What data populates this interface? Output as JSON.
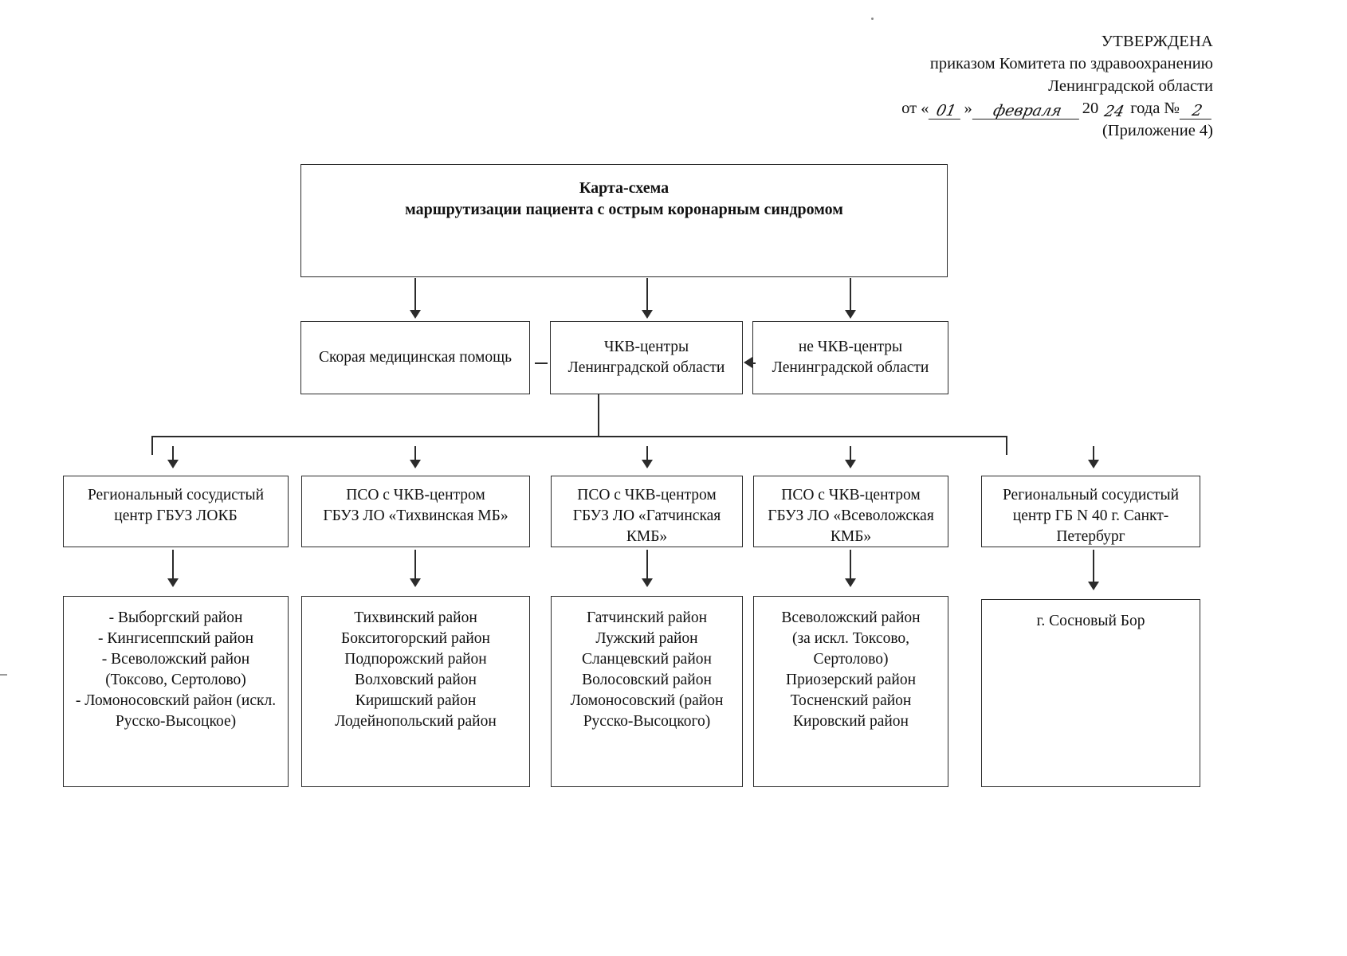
{
  "header": {
    "line1": "УТВЕРЖДЕНА",
    "line2": "приказом Комитета по здравоохранению",
    "line3": "Ленинградской области",
    "line4_prefix": "от «",
    "line4_day": "01",
    "line4_quote": "»",
    "line4_month": "февраля",
    "line4_year_prefix": "20",
    "line4_year_hand": "24",
    "line4_year_suffix": "года №",
    "line4_number": "2",
    "line5": "(Приложение 4)"
  },
  "title": {
    "line1": "Карта-схема",
    "line2": "маршрутизации пациента с острым коронарным синдромом"
  },
  "row2": [
    {
      "name": "emergency-medical-service",
      "lines": [
        "Скорая медицинская помощь"
      ]
    },
    {
      "name": "pci-centers",
      "lines": [
        "ЧКВ-центры",
        "Ленинградской области"
      ]
    },
    {
      "name": "non-pci-centers",
      "lines": [
        "не ЧКВ-центры",
        "Ленинградской области"
      ]
    }
  ],
  "row3": [
    {
      "name": "regional-vascular-center-lokb",
      "lines": [
        "Региональный сосудистый",
        "центр ГБУЗ ЛОКБ"
      ]
    },
    {
      "name": "pso-tikhvin",
      "lines": [
        "ПСО с ЧКВ-центром",
        "ГБУЗ ЛО «Тихвинская МБ»"
      ]
    },
    {
      "name": "pso-gatchina",
      "lines": [
        "ПСО с ЧКВ-центром",
        "ГБУЗ ЛО «Гатчинская",
        "КМБ»"
      ]
    },
    {
      "name": "pso-vsevolozhsk",
      "lines": [
        "ПСО с ЧКВ-центром",
        "ГБУЗ ЛО «Всеволожская",
        "КМБ»"
      ]
    },
    {
      "name": "regional-vascular-center-gb40",
      "lines": [
        "Региональный сосудистый",
        "центр ГБ N 40 г. Санкт-",
        "Петербург"
      ]
    }
  ],
  "row4": [
    {
      "name": "districts-lokb",
      "lines": [
        "- Выборгский район",
        "- Кингисеппский район",
        "- Всеволожский район",
        "(Токсово, Сертолово)",
        "- Ломоносовский район (искл.",
        "Русско-Высоцкое)"
      ]
    },
    {
      "name": "districts-tikhvin",
      "lines": [
        "Тихвинский район",
        "Бокситогорский район",
        "Подпорожский район",
        "Волховский район",
        "Киришский район",
        "Лодейнопольский район"
      ]
    },
    {
      "name": "districts-gatchina",
      "lines": [
        "Гатчинский район",
        "Лужский район",
        "Сланцевский район",
        "Волосовский район",
        "Ломоносовский (район",
        "Русско-Высоцкого)"
      ]
    },
    {
      "name": "districts-vsevolozhsk",
      "lines": [
        "Всеволожский район",
        "(за искл. Токсово,",
        "Сертолово)",
        "Приозерский район",
        "Тосненский район",
        "Кировский район"
      ]
    },
    {
      "name": "districts-gb40",
      "lines": [
        "г. Сосновый Бор"
      ]
    }
  ]
}
